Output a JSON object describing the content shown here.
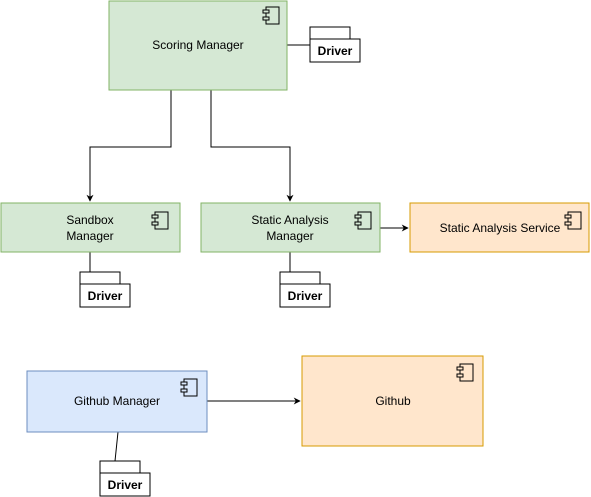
{
  "diagram": {
    "colors": {
      "green_fill": "#d5e8d4",
      "green_stroke": "#82b366",
      "orange_fill": "#ffe6cc",
      "orange_stroke": "#d79b00",
      "blue_fill": "#dae8fc",
      "blue_stroke": "#6c8ebf",
      "line": "#000000"
    },
    "components": {
      "scoring_manager": {
        "label_lines": [
          "Scoring Manager"
        ],
        "icon": "component-icon"
      },
      "sandbox_manager": {
        "label_lines": [
          "Sandbox",
          "Manager"
        ],
        "icon": "component-icon"
      },
      "static_analysis_manager": {
        "label_lines": [
          "Static Analysis",
          "Manager"
        ],
        "icon": "component-icon"
      },
      "static_analysis_service": {
        "label_lines": [
          "Static Analysis Service"
        ],
        "icon": "component-icon"
      },
      "github_manager": {
        "label_lines": [
          "Github Manager"
        ],
        "icon": "component-icon"
      },
      "github": {
        "label_lines": [
          "Github"
        ],
        "icon": "component-icon"
      }
    },
    "packages": {
      "scoring_driver": "Driver",
      "sandbox_driver": "Driver",
      "static_driver": "Driver",
      "github_driver": "Driver"
    }
  }
}
